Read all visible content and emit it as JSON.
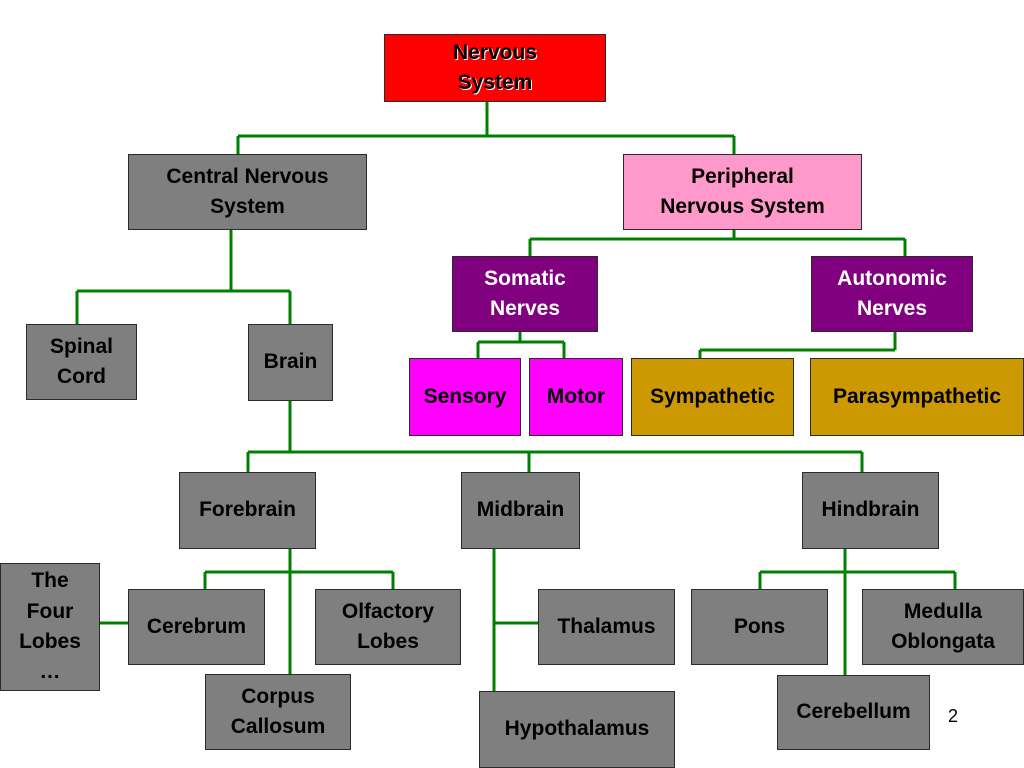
{
  "title": "Nervous\nSystem",
  "nodes": {
    "cns": "Central Nervous\nSystem",
    "pns": "Peripheral\nNervous System",
    "spinal_cord": "Spinal\nCord",
    "brain": "Brain",
    "somatic": "Somatic\nNerves",
    "autonomic": "Autonomic\nNerves",
    "sensory": "Sensory",
    "motor": "Motor",
    "sympathetic": "Sympathetic",
    "parasympathetic": "Parasympathetic",
    "forebrain": "Forebrain",
    "midbrain": "Midbrain",
    "hindbrain": "Hindbrain",
    "four_lobes": "The\nFour\nLobes\n…",
    "cerebrum": "Cerebrum",
    "olfactory_lobes": "Olfactory\nLobes",
    "corpus_callosum": "Corpus\nCallosum",
    "thalamus": "Thalamus",
    "hypothalamus": "Hypothalamus",
    "pons": "Pons",
    "medulla_oblongata": "Medulla\nOblongata",
    "cerebellum": "Cerebellum"
  },
  "page_number": "2",
  "colors": {
    "root": "#ff0000",
    "pns": "#ff99cc",
    "division": "#800080",
    "sensory_motor": "#ff00ff",
    "autonomic_branches": "#cc9900",
    "default": "#7f7f7f",
    "connector": "#008000"
  }
}
